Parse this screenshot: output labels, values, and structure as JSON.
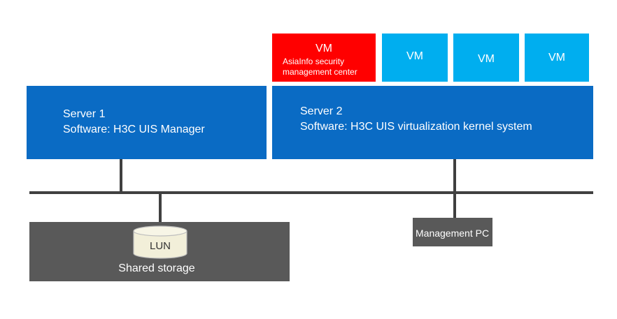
{
  "colors": {
    "server_blue": "#0a6bc4",
    "vm_blue": "#00aeef",
    "security_red": "#ff0000",
    "storage_gray": "#595959",
    "line_gray": "#404040"
  },
  "vms": {
    "security_vm": {
      "title": "VM",
      "line1": "AsiaInfo security",
      "line2": "management center"
    },
    "vm2": {
      "label": "VM"
    },
    "vm3": {
      "label": "VM"
    },
    "vm4": {
      "label": "VM"
    }
  },
  "server1": {
    "name": "Server 1",
    "software": "Software: H3C UIS Manager"
  },
  "server2": {
    "name": "Server 2",
    "software": "Software: H3C UIS virtualization kernel system"
  },
  "storage": {
    "lun_label": "LUN",
    "label": "Shared storage"
  },
  "management_pc": {
    "label": "Management PC"
  }
}
